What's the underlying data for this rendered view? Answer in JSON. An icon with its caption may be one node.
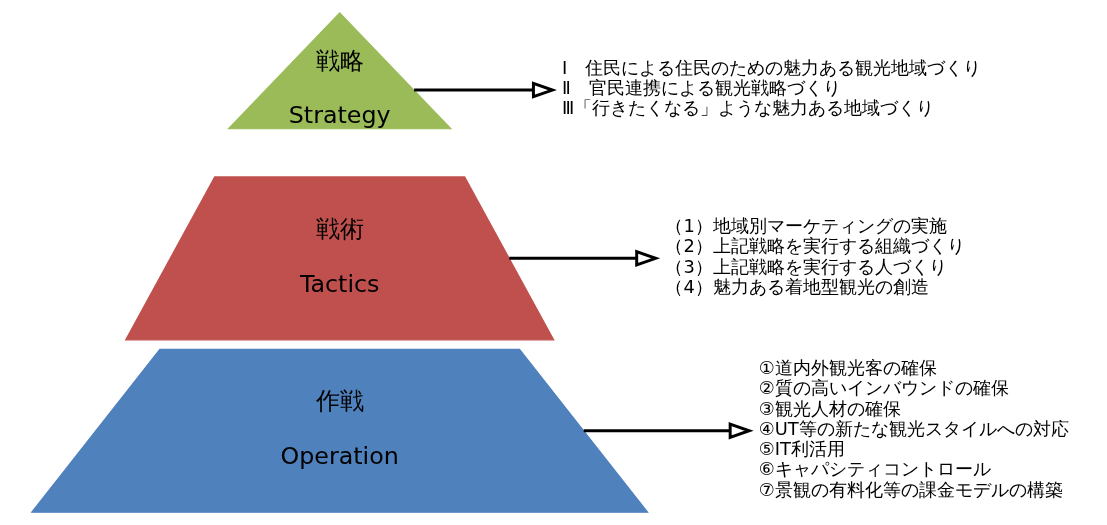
{
  "diagram": {
    "nodes": [
      {
        "text": [
          "戦略",
          "Strategy"
        ]
      },
      {
        "text": [
          "戦術",
          "Tactics"
        ]
      },
      {
        "text": [
          "作戦",
          "Operation"
        ]
      },
      {
        "text": [
          "Ⅰ　住民による住民のための魅力ある観光地域づくり",
          "Ⅱ　官民連携による観光戦略づくり",
          "Ⅲ「行きたくなる」ような魅力ある地域づくり"
        ]
      },
      {
        "text": [
          "（1）地域別マーケティングの実施",
          "（2）上記戦略を実行する組織づくり",
          "（3）上記戦略を実行する人づくり",
          "（4）魅力ある着地型観光の創造"
        ]
      },
      {
        "text": [
          "①道内外観光客の確保",
          "②質の高いインバウンドの確保",
          "③観光人材の確保",
          "④UT等の新たな観光スタイルへの対応",
          "⑤IT利活用",
          "⑥キャパシティコントロール",
          "⑦景観の有料化等の課金モデルの構築"
        ]
      }
    ],
    "edges": [
      {
        "from": 0,
        "to": 3,
        "arrow": "to"
      },
      {
        "from": 1,
        "to": 4,
        "arrow": "to"
      },
      {
        "from": 2,
        "to": 5,
        "arrow": "to"
      }
    ]
  }
}
